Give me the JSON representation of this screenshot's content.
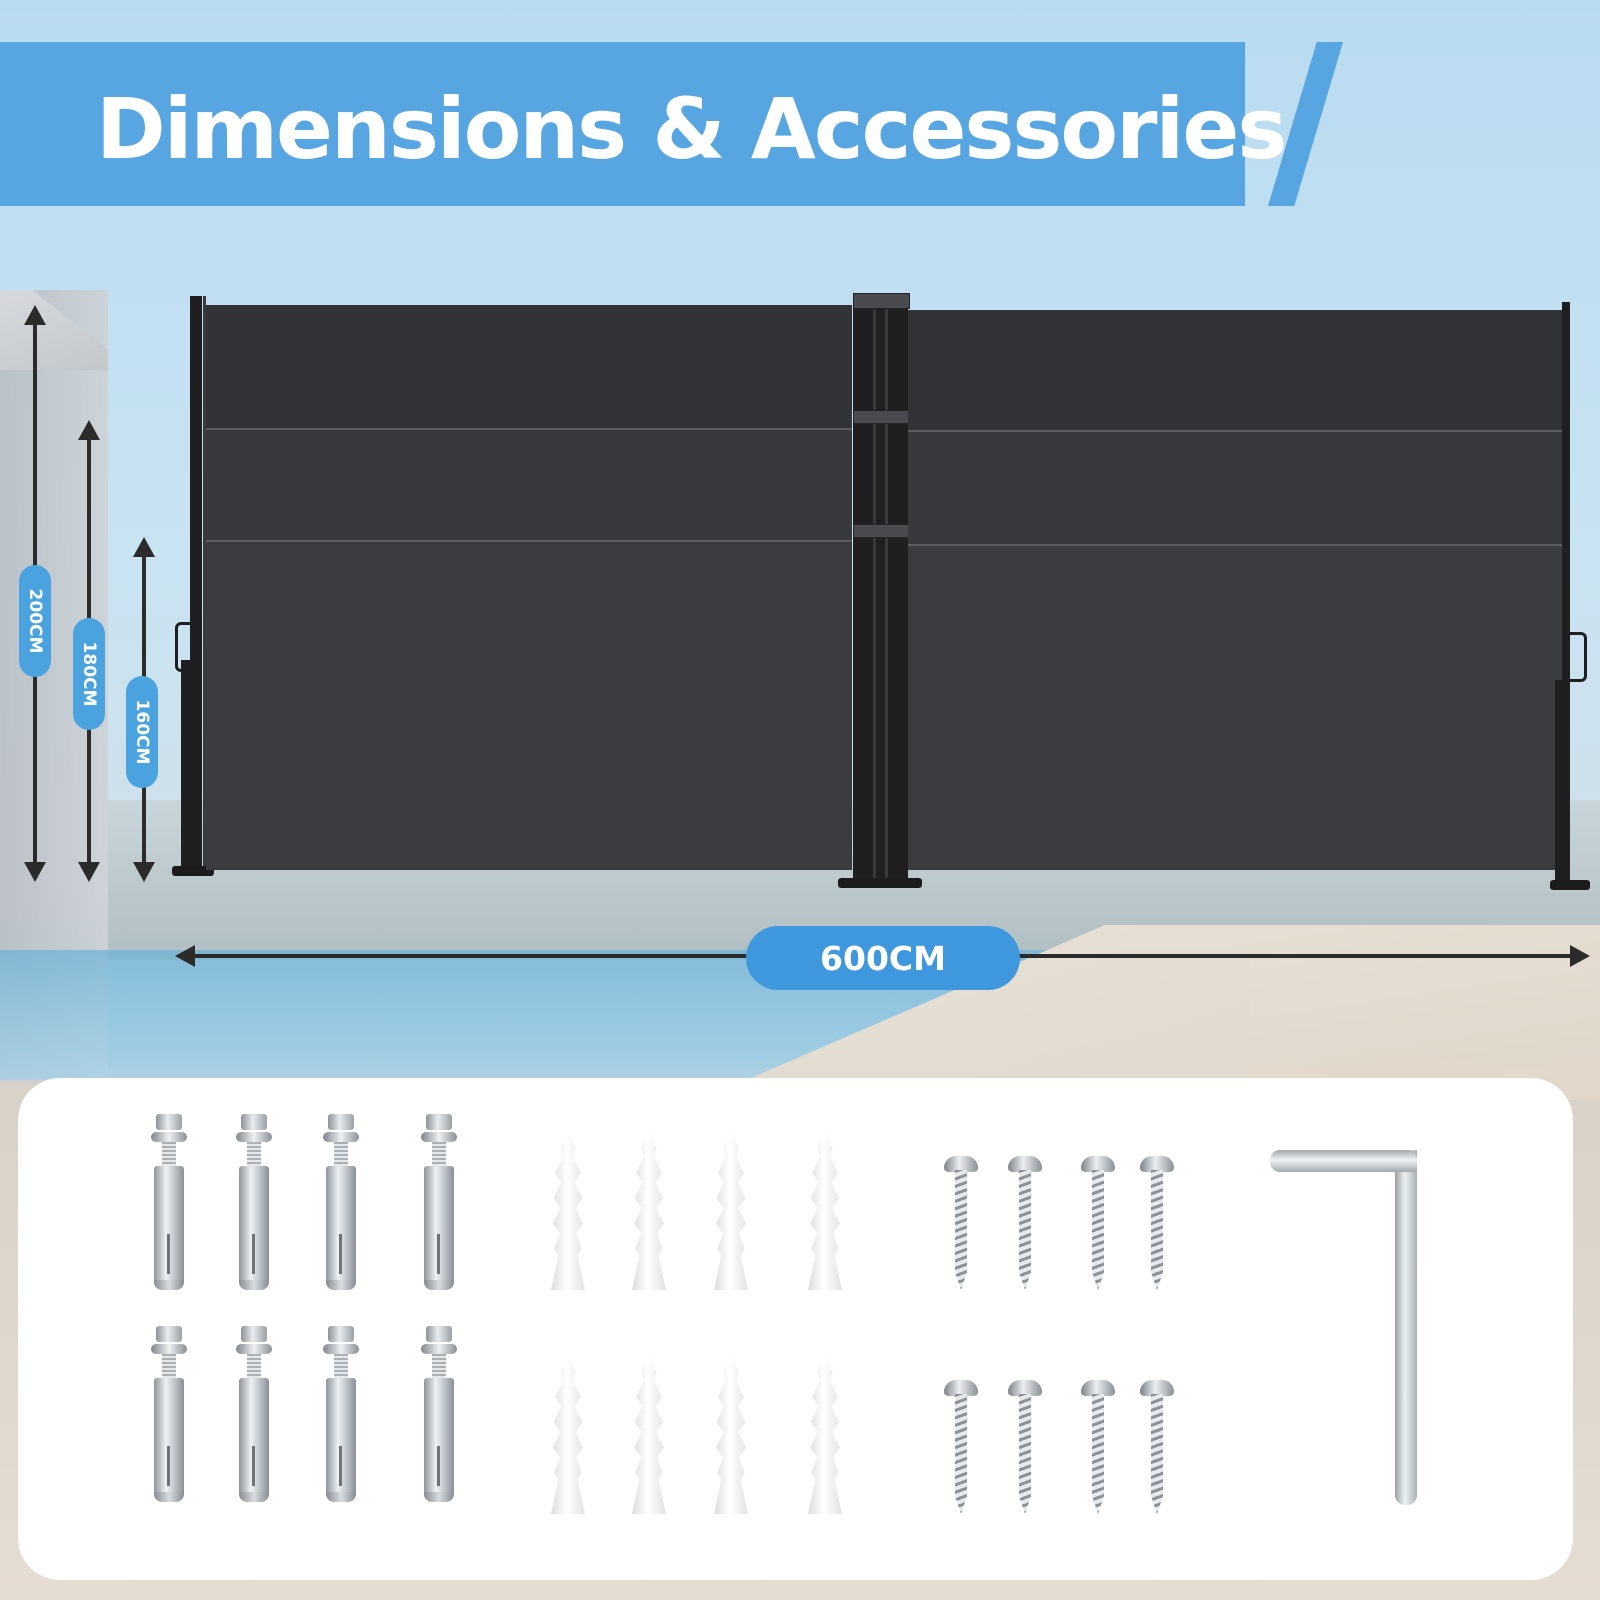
{
  "banner": {
    "title": "Dimensions & Accessories",
    "color": "#57a6e1"
  },
  "dimensions": {
    "height_max": "200CM",
    "height_mid": "180CM",
    "height_min": "160CM",
    "width": "600CM",
    "pill_color": "#4aa3df"
  },
  "product": {
    "panel_color": "#3b3c3f",
    "post_color": "#1f1f21"
  },
  "accessories": {
    "expansion_bolts": 8,
    "wall_plugs": 8,
    "screws": 8,
    "allen_keys": 1,
    "icons": [
      "expansion-bolt-icon",
      "wall-plug-icon",
      "screw-icon",
      "allen-key-icon"
    ]
  }
}
